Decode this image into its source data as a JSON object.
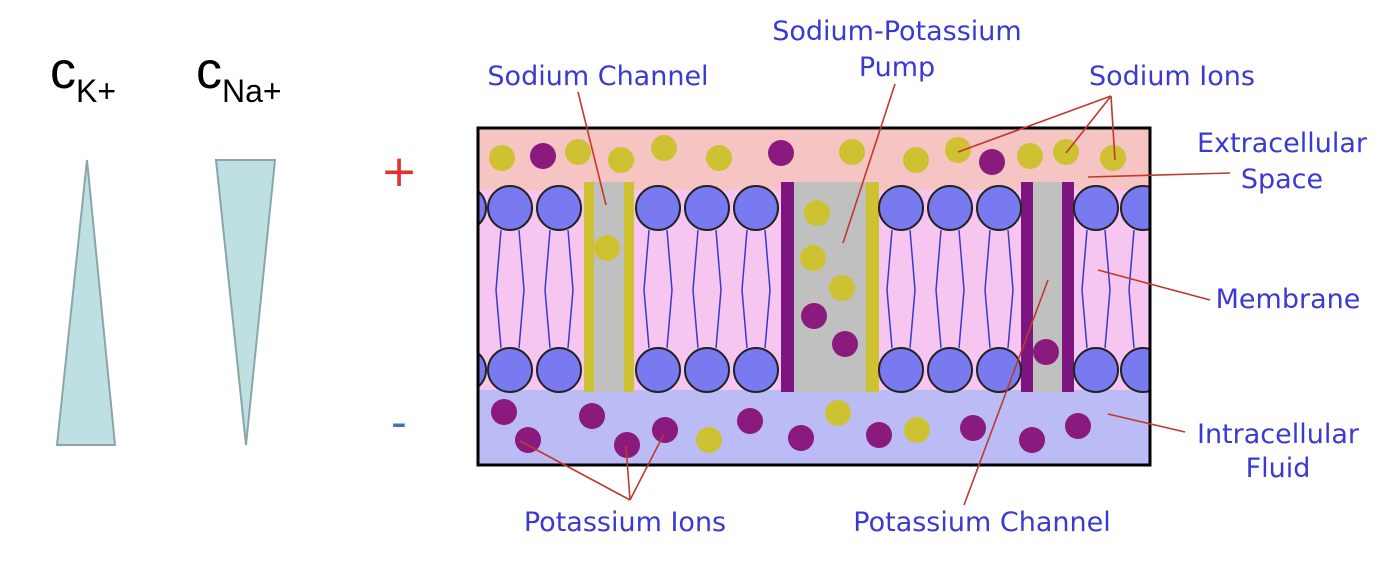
{
  "gradients": {
    "k": {
      "symbol": "c",
      "subscript": "K+"
    },
    "na": {
      "symbol": "c",
      "subscript": "Na+"
    }
  },
  "charges": {
    "outside": "+",
    "inside": "-"
  },
  "labels": {
    "sodium_channel": "Sodium Channel",
    "pump_line1": "Sodium-Potassium",
    "pump_line2": "Pump",
    "sodium_ions": "Sodium Ions",
    "extracellular_line1": "Extracellular",
    "extracellular_line2": "Space",
    "membrane": "Membrane",
    "intracellular_line1": "Intracellular",
    "intracellular_line2": "Fluid",
    "potassium_ions": "Potassium Ions",
    "potassium_channel": "Potassium Channel"
  },
  "colors": {
    "extracellular": "#f7c4c4",
    "membrane": "#f6c6f1",
    "intracellular": "#bbbcf5",
    "lipid_head": "#7a7af0",
    "tail": "#3a3ad0",
    "sodium_ion": "#cfc232",
    "potassium_ion": "#8a1a7e",
    "channel": "#c0c0c0",
    "na_channel_wall": "#cfc232",
    "k_channel_wall": "#7d1580",
    "leader": "#c0392b",
    "gradient_fill": "#bfe0e3",
    "gradient_stroke": "#8aa6a8",
    "plus": "#e03030",
    "minus": "#3a78c0"
  }
}
